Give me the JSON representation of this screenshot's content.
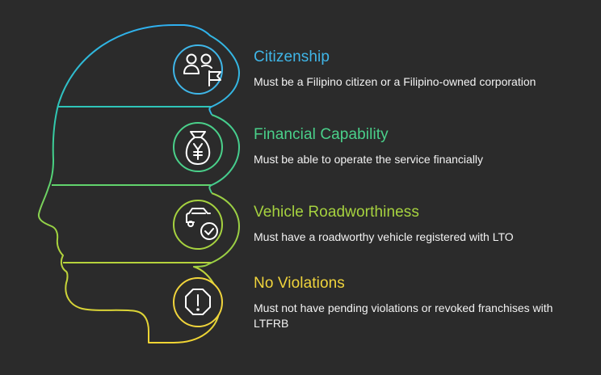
{
  "requirements": [
    {
      "title": "Citizenship",
      "description": "Must be a Filipino citizen or a Filipino-owned corporation",
      "icon": "people-flag-icon",
      "color": "#3fb6e8"
    },
    {
      "title": "Financial Capability",
      "description": "Must be able to operate the service financially",
      "icon": "money-bag-yen-icon",
      "color": "#4ad08a"
    },
    {
      "title": "Vehicle Roadworthiness",
      "description": "Must have a roadworthy vehicle registered with LTO",
      "icon": "car-check-icon",
      "color": "#a6d23f"
    },
    {
      "title": "No Violations",
      "description": "Must not have pending violations or revoked franchises with LTFRB",
      "icon": "warning-octagon-icon",
      "color": "#f0d43c"
    }
  ]
}
